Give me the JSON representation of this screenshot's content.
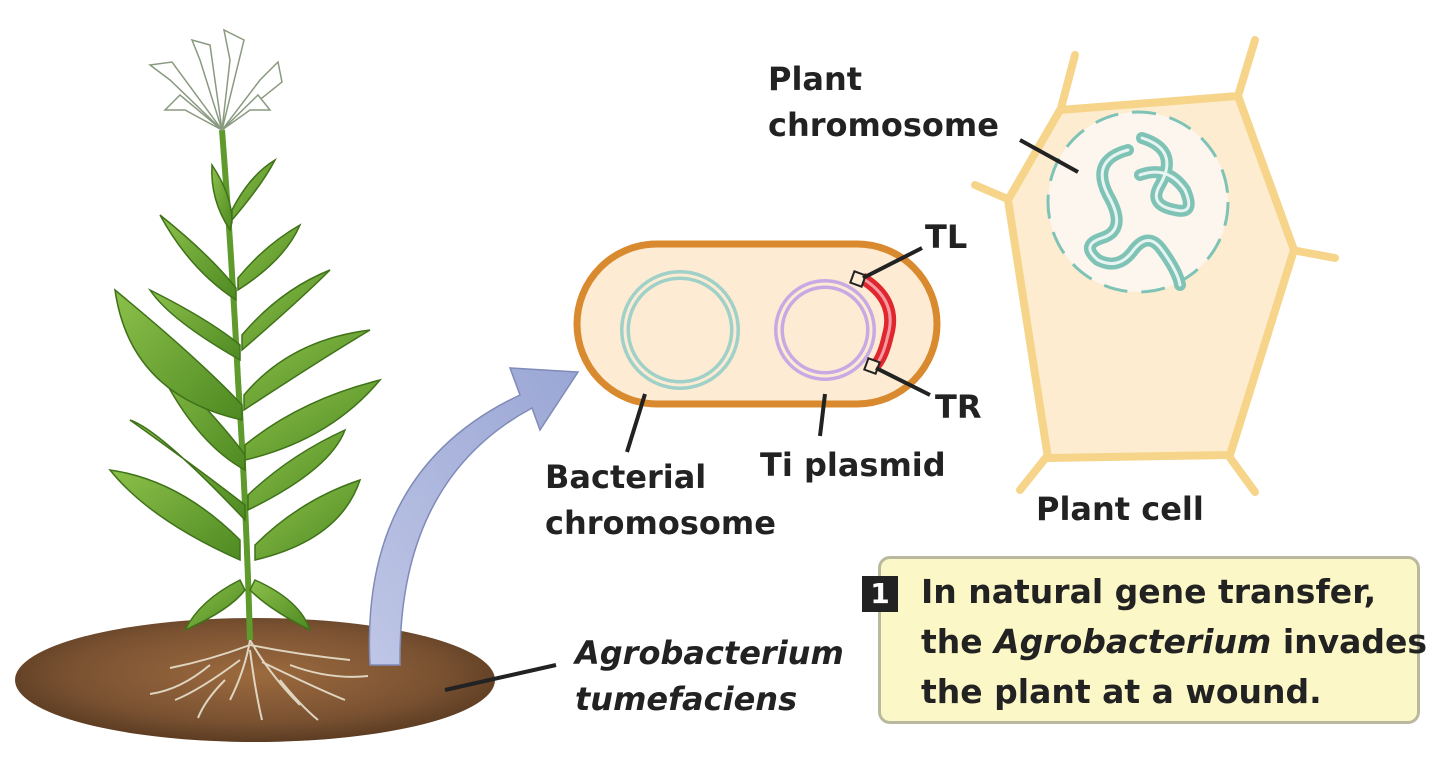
{
  "labels": {
    "plant_chromosome_line1": "Plant",
    "plant_chromosome_line2": "chromosome",
    "tl": "TL",
    "tr": "TR",
    "bacterial_chromosome_line1": "Bacterial",
    "bacterial_chromosome_line2": "chromosome",
    "ti_plasmid": "Ti plasmid",
    "plant_cell": "Plant cell",
    "agrobacterium_line1": "Agrobacterium",
    "agrobacterium_line2": "tumefaciens"
  },
  "callout": {
    "step_number": "1",
    "line1": "In natural gene transfer,",
    "line2_prefix": "the ",
    "line2_italic": "Agrobacterium",
    "line2_suffix": " invades",
    "line3": "the plant at a wound."
  },
  "colors": {
    "bacterium_fill": "#fdebd3",
    "bacterium_outline": "#d98a2e",
    "bacterial_chromosome": "#9fd1c9",
    "ti_plasmid": "#c9a9e3",
    "t_dna": "#e0262e",
    "plant_cell_fill": "#fdeccf",
    "plant_cell_wall": "#f6d58b",
    "plant_chromosome": "#7fc3b7",
    "arrow": "#a9b3d9",
    "soil": "#7a5232",
    "leaf": "#5f9a2c"
  }
}
